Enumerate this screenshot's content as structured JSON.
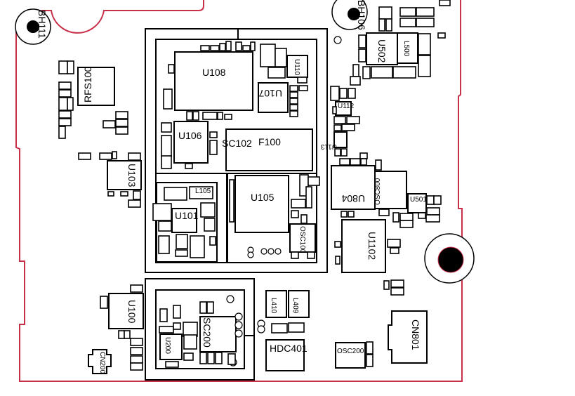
{
  "title": "PCB component placement diagram",
  "colors": {
    "board_outline": "#c8304a",
    "component": "#000000"
  },
  "mounting_holes": [
    "BH111",
    "BH106"
  ],
  "components": {
    "u108": "U108",
    "u107": "U107",
    "u110": "U110",
    "u106": "U106",
    "sc102": "SC102",
    "f100": "F100",
    "u105": "U105",
    "u101": "U101",
    "osc100": "OSC100",
    "l105": "L105",
    "u200": "U200",
    "sc200": "SC200",
    "l410": "L410",
    "l409": "L409",
    "hdc401": "HDC401",
    "osc200": "OSC200",
    "cn801": "CN801",
    "u1102": "U1102",
    "u804": "U804",
    "osc800": "OSC800",
    "u501": "U501",
    "u502": "U502",
    "l500": "L500",
    "rfs100": "RFS100",
    "u103": "U103",
    "u100": "U100",
    "cn200": "CN200",
    "u112": "U112",
    "u113": "U113"
  }
}
